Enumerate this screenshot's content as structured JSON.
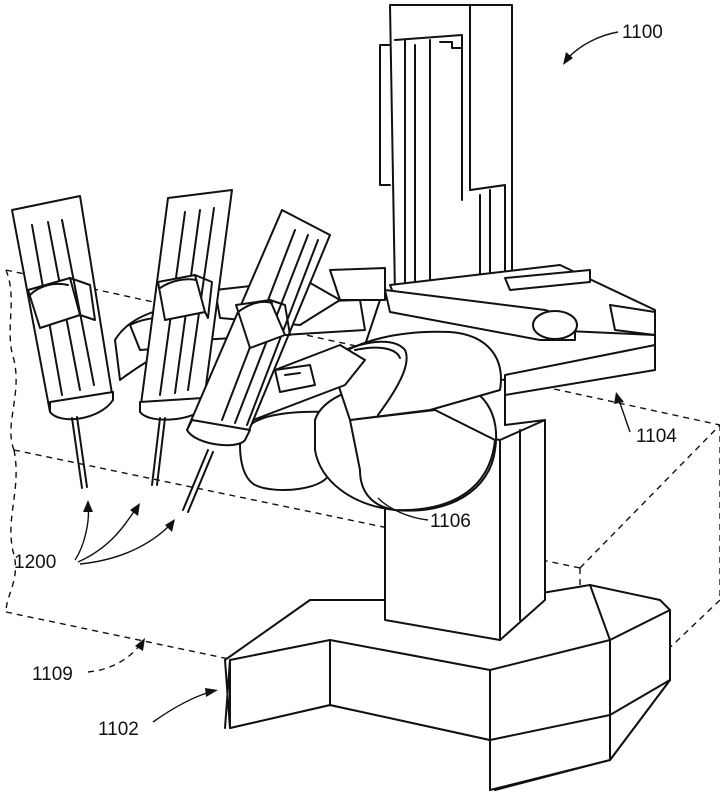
{
  "labels": {
    "system": "1100",
    "base": "1102",
    "table_platform": "1104",
    "support_body": "1106",
    "boundary_volume": "1109",
    "arms": "1200"
  }
}
